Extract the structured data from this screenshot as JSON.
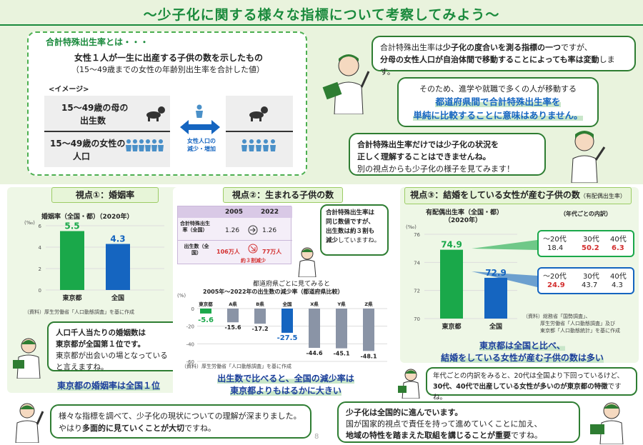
{
  "title": "〜少子化に関する様々な指標について考察してみよう〜",
  "definition": {
    "heading": "合計特殊出生率とは・・・",
    "line1": "女性１人が一生に出産する子供の数を示したもの",
    "line2": "（15〜49歳までの女性の年齢別出生率を合計した値）",
    "image_label": "<イメージ>",
    "row1": "15〜49歳の母の",
    "row1b": "出生数",
    "row2": "15〜49歳の女性の",
    "row2b": "人口",
    "arrow_label1": "女性人口の",
    "arrow_label2": "減少・増加"
  },
  "bubbles": {
    "b1_line1a": "合計特殊出生率は",
    "b1_line1b": "少子化の度合いを測る指標の一つ",
    "b1_line1c": "ですが、",
    "b1_line2a": "分母の女性人口が自治体間で移動することによっても率は変動",
    "b1_line2b": "します。",
    "b2_line1": "そのため、進学や就職で多くの人が移動する",
    "b2_line2": "都道府県間で合計特殊出生率を",
    "b2_line3": "単純に比較することに意味はありません。",
    "b3_line1": "合計特殊出生率だけでは少子化の状況を",
    "b3_line2": "正しく理解することはできませんね。",
    "b3_line3": "別の視点からも少子化の様子を見てみます！"
  },
  "panel1": {
    "title": "視点①：婚姻率",
    "chart_title": "婚姻率（全国・都）（2020年）",
    "unit": "(‰)",
    "source": "（資料）厚生労働省「人口動態調査」を基に作成",
    "bubble_line1": "人口千人当たりの婚姻数は",
    "bubble_line2": "東京都が全国第１位です。",
    "bubble_line3": "東京都が出会いの場となっている",
    "bubble_line4": "と言えますね。",
    "summary": "東京都の婚姻率は全国１位"
  },
  "panel2": {
    "title": "視点②：生まれる子供の数",
    "table": {
      "col1": "2005",
      "col2": "2022",
      "row1_label": "合計特殊出生率（全国）",
      "row1_v1": "1.26",
      "row1_v2": "1.26",
      "row2_label": "出生数（全国）",
      "row2_v1": "106万人",
      "row2_v2": "77万人",
      "row2_note": "約３割減少"
    },
    "bubble_line1": "合計特殊出生率は",
    "bubble_line2": "同じ数値ですが、",
    "bubble_line3": "出生数は約３割も",
    "bubble_line4": "減少",
    "bubble_line4b": "していますね。",
    "sub_heading": "都道府県ごとに見てみると",
    "chart_title": "2005年〜2022年の出生数の減少率（都道府県比較）",
    "unit": "(%)",
    "source": "（資料）厚生労働省「人口動態調査」を基に作成",
    "summary1": "出生数で比べると、全国の減少率は",
    "summary2": "東京都よりもはるかに大きい"
  },
  "panel3": {
    "title": "視点③：結婚をしている女性が産む子供の数",
    "title_small": "（有配偶出生率）",
    "chart_title1": "有配偶出生率（全国・都）",
    "chart_title2": "（2020年）",
    "unit": "(‰)",
    "breakdown_title": "（年代ごとの内訳）",
    "box1": {
      "h1": "〜20代",
      "h2": "30代",
      "h3": "40代",
      "v1": "18.4",
      "v2": "50.2",
      "v3": "6.3"
    },
    "box2": {
      "h1": "〜20代",
      "h2": "30代",
      "h3": "40代",
      "v1": "24.9",
      "v2": "43.7",
      "v3": "4.3"
    },
    "source1": "（資料）総務省「国勢調査」、",
    "source2": "厚生労働省「人口動態調査」及び",
    "source3": "東京都「人口動態統計」を基に作成",
    "summary1": "東京都は全国と比べ、",
    "summary2": "結婚をしている女性が産む子供の数は多い",
    "bubble_line1": "年代ごとの内訳をみると、20代は全国より下回っているけど、",
    "bubble_line2a": "30代、40代で出産している女性が多いのが東京都の特徴",
    "bubble_line2b": "ですね。"
  },
  "footer": {
    "left_line1": "様々な指標を調べて、少子化の現状についての理解が深まりました。",
    "left_line2a": "やはり",
    "left_line2b": "多面的に見ていくことが大切",
    "left_line2c": "ですね。",
    "right_line1": "少子化は全国的に進んでいます。",
    "right_line2": "国が国家的視点で責任を持って進めていくことに加え、",
    "right_line3a": "地域の特性を踏まえた取組を講じることが重要",
    "right_line3b": "ですね。",
    "page_number": "8"
  },
  "colors": {
    "tokyo": "#1aa84a",
    "national": "#1565c0",
    "gray": "#8a94a6",
    "accent": "#1a8a3c"
  },
  "chart_data": [
    {
      "type": "bar",
      "title": "婚姻率（全国・都）（2020年）",
      "ylabel": "(‰)",
      "categories": [
        "東京都",
        "全国"
      ],
      "values": [
        5.5,
        4.3
      ],
      "ylim": [
        0,
        6
      ],
      "yticks": [
        0,
        2,
        4,
        6
      ]
    },
    {
      "type": "bar",
      "title": "2005年〜2022年の出生数の減少率（都道府県比較）",
      "ylabel": "(%)",
      "categories": [
        "東京都",
        "A県",
        "B県",
        "全国",
        "X県",
        "Y県",
        "Z県"
      ],
      "values": [
        -5.6,
        -15.6,
        -17.2,
        -27.5,
        -44.6,
        -45.1,
        -48.1
      ],
      "ylim": [
        -60,
        0
      ],
      "yticks": [
        0,
        -20,
        -40,
        -60
      ]
    },
    {
      "type": "bar",
      "title": "有配偶出生率（全国・都）（2020年）",
      "ylabel": "(‰)",
      "categories": [
        "東京都",
        "全国"
      ],
      "values": [
        74.9,
        72.9
      ],
      "ylim": [
        70,
        76
      ],
      "yticks": [
        70,
        72,
        74,
        76
      ]
    }
  ]
}
